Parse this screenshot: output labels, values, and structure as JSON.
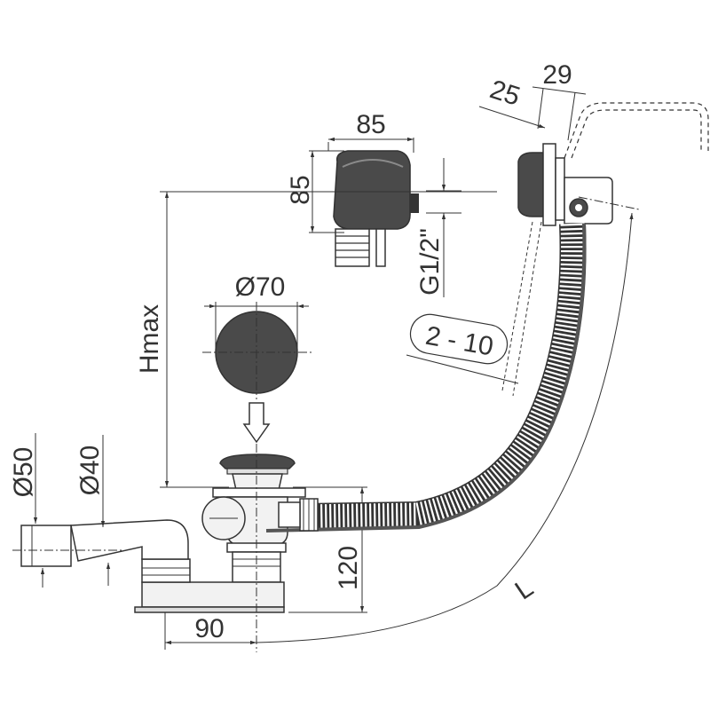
{
  "dimensions": {
    "overflow_width": "85",
    "overflow_height": "85",
    "overflow_thread": "G1/2\"",
    "cap_diameter": "Ø70",
    "max_height": "Hmax",
    "pipe_outer": "Ø50",
    "pipe_inner": "Ø40",
    "trap_offset": "90",
    "trap_height": "120",
    "wall_range": "2 - 10",
    "hose_length": "L",
    "flange_depth": "25",
    "flange_total": "29"
  },
  "colors": {
    "line": "#333333",
    "part_dark": "#4a4a4a",
    "part_light": "#f2f2f2"
  },
  "icons": [
    "arrow-down-icon"
  ]
}
